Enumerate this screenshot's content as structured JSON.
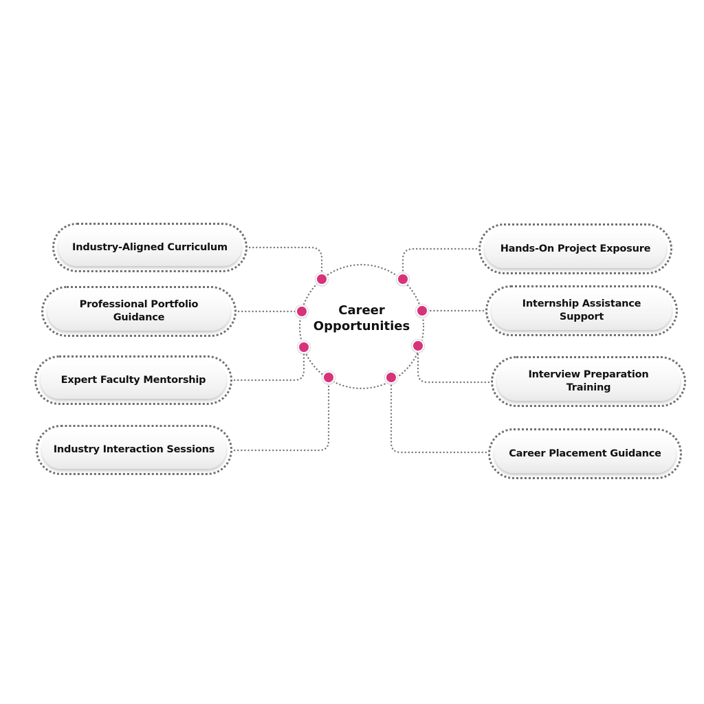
{
  "center": {
    "title_line1": "Career",
    "title_line2": "Opportunities"
  },
  "nodes": {
    "left": [
      "Industry-Aligned Curriculum",
      "Professional Portfolio Guidance",
      "Expert Faculty Mentorship",
      "Industry Interaction Sessions"
    ],
    "right": [
      "Hands-On Project Exposure",
      "Internship Assistance Support",
      "Interview Preparation Training",
      "Career Placement Guidance"
    ]
  },
  "colors": {
    "accent_dot": "#d6337a",
    "connector": "#777777",
    "text": "#111111"
  }
}
